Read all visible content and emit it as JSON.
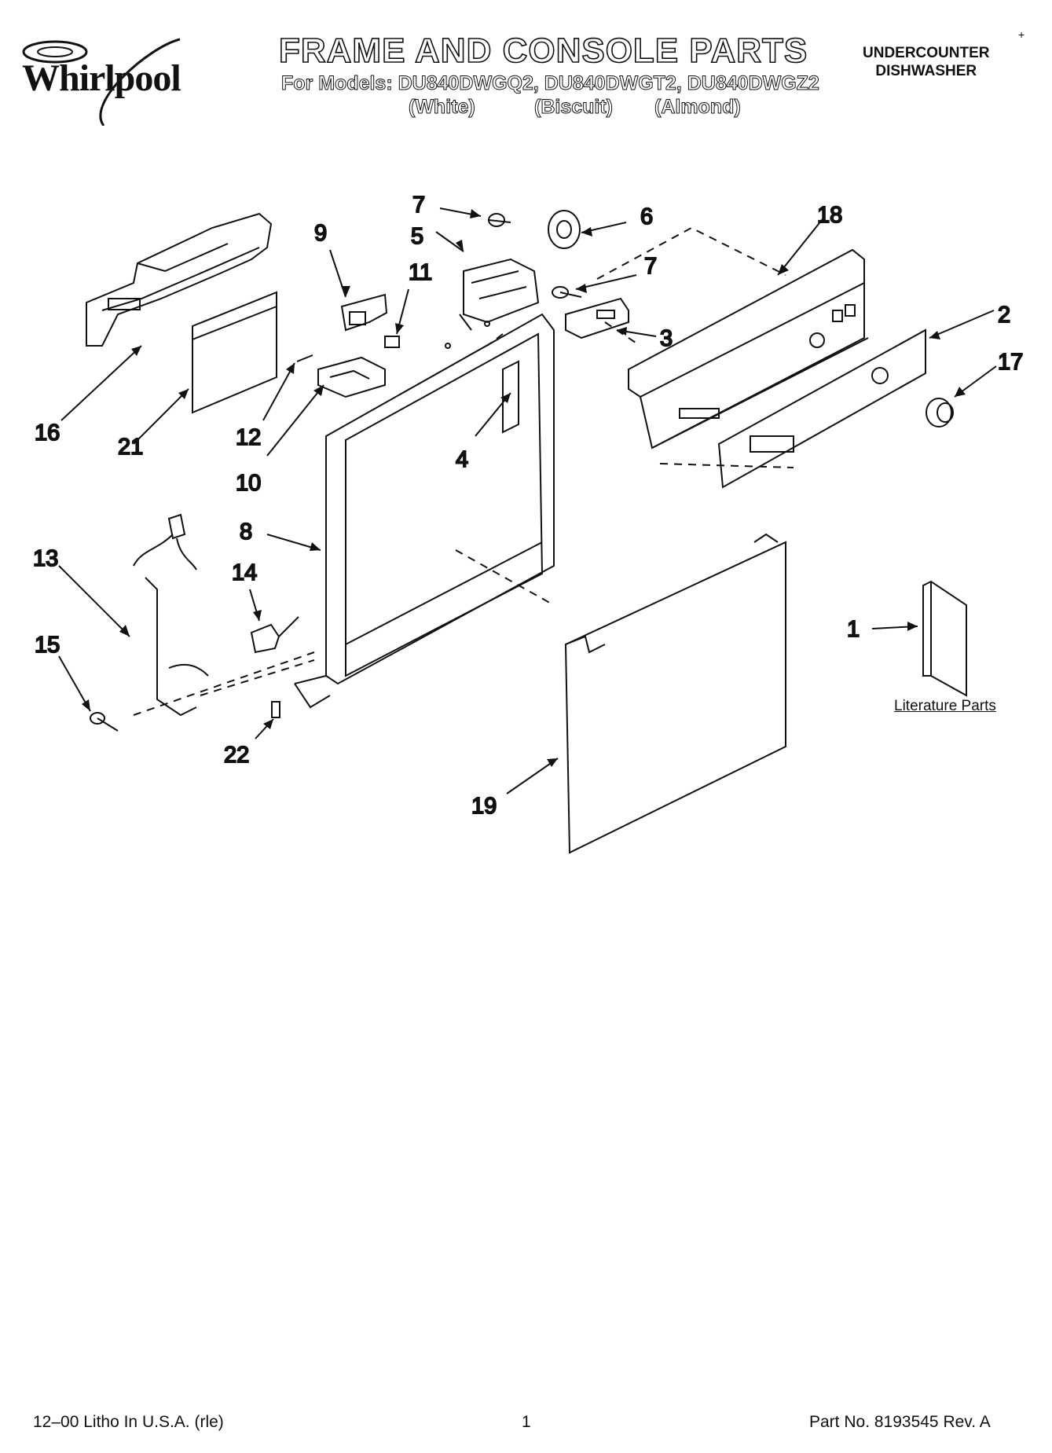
{
  "header": {
    "brand": "Whirlpool",
    "title": "FRAME AND CONSOLE PARTS",
    "models_line": "For Models: DU840DWGQ2, DU840DWGT2, DU840DWGZ2",
    "color_labels": [
      "(White)",
      "(Biscuit)",
      "(Almond)"
    ],
    "product_line1": "UNDERCOUNTER",
    "product_line2": "DISHWASHER"
  },
  "diagram": {
    "callouts": [
      "7",
      "6",
      "18",
      "9",
      "5",
      "11",
      "7",
      "2",
      "3",
      "17",
      "16",
      "21",
      "12",
      "4",
      "10",
      "8",
      "13",
      "14",
      "1",
      "15",
      "22",
      "19"
    ],
    "literature_label": "Literature Parts"
  },
  "footer": {
    "left": "12–00 Litho In U.S.A. (rle)",
    "center": "1",
    "right": "Part No. 8193545 Rev. A"
  }
}
